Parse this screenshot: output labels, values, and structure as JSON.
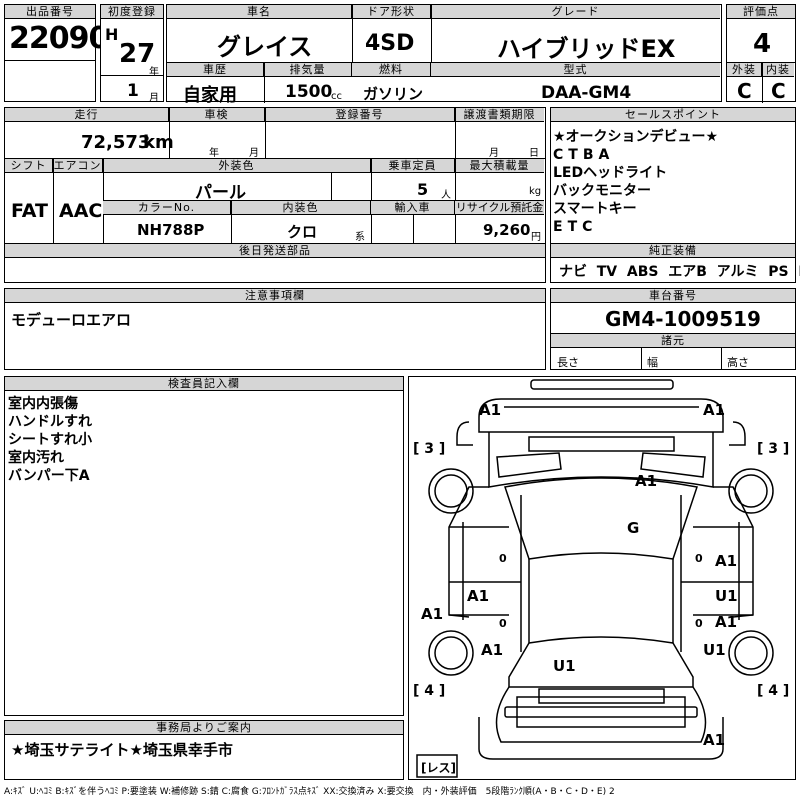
{
  "header": {
    "lot_label": "出品番号",
    "lot_number": "22090",
    "first_reg_label": "初度登録",
    "era_mark": "H",
    "year_value": "27",
    "year_unit": "年",
    "month_value": "1",
    "month_unit": "月",
    "car_name_label": "車名",
    "car_name": "グレイス",
    "door_label": "ドア形状",
    "door": "4SD",
    "grade_label": "グレード",
    "grade": "ハイブリッドEX",
    "score_label": "評価点",
    "score": "4",
    "history_label": "車歴",
    "history": "自家用",
    "displacement_label": "排気量",
    "displacement": "1500",
    "displacement_unit": "cc",
    "fuel_label": "燃料",
    "fuel": "ガソリン",
    "model_label": "型式",
    "model": "DAA-GM4",
    "exterior_label": "外装",
    "exterior_grade": "C",
    "interior_label": "内装",
    "interior_grade": "C"
  },
  "row2": {
    "mileage_label": "走行",
    "mileage": "72,573",
    "mileage_unit": "km",
    "inspection_label": "車検",
    "inspection_year_unit": "年",
    "inspection_month_unit": "月",
    "registration_label": "登録番号",
    "transfer_label": "譲渡書類期限",
    "transfer_month_unit": "月",
    "transfer_day_unit": "日",
    "shift_label": "シフト",
    "shift": "FAT",
    "ac_label": "エアコン",
    "ac": "AAC",
    "exterior_color_label": "外装色",
    "exterior_color": "パール",
    "capacity_label": "乗車定員",
    "capacity": "5",
    "capacity_unit": "人",
    "max_load_label": "最大積載量",
    "max_load_unit": "kg",
    "color_no_label": "カラーNo.",
    "color_no": "NH788P",
    "interior_color_label": "内装色",
    "interior_color": "クロ",
    "interior_color_suffix": "系",
    "import_label": "輸入車",
    "recycle_label": "リサイクル預託金",
    "recycle": "9,260",
    "recycle_unit": "円",
    "later_parts_label": "後日発送部品"
  },
  "sales": {
    "label": "セールスポイント",
    "points": [
      "★オークションデビュー★",
      "CTBA",
      "LEDヘッドライト",
      "バックモニター",
      "スマートキー",
      "ETC"
    ]
  },
  "equipment": {
    "label": "純正装備",
    "items": [
      "ナビ",
      "TV",
      "ABS",
      "エアB",
      "アルミ",
      "PS",
      "PW"
    ]
  },
  "notes": {
    "label": "注意事項欄",
    "text": "モデューロエアロ"
  },
  "chassis": {
    "label": "車台番号",
    "number": "GM4-1009519",
    "dimensions_label": "諸元",
    "length_label": "長さ",
    "width_label": "幅",
    "height_label": "高さ"
  },
  "inspector": {
    "label": "検査員記入欄",
    "lines": [
      "室内内張傷",
      "ハンドルすれ",
      "シートすれ小",
      "室内汚れ",
      "バンパー下A"
    ]
  },
  "office": {
    "label": "事務局よりご案内",
    "text": "★埼玉サテライト★埼玉県幸手市"
  },
  "diagram": {
    "marks": {
      "front_left": "A1",
      "front_right": "A1",
      "hood": "A1",
      "roof": "G",
      "fender_right": "A1",
      "left_front_door": "A1",
      "right_front_door": "U1",
      "left_rear_quarter": "A1",
      "right_rear_door": "A1",
      "left_rear_door": "A1",
      "right_rear_fender": "U1",
      "trunk": "U1",
      "rear_bumper": "A1",
      "door_left_small": "0",
      "door_right_small": "0",
      "door_left_small2": "0",
      "door_right_small2": "0"
    },
    "tire_front_left": "3",
    "tire_front_right": "3",
    "tire_rear_left": "4",
    "tire_rear_right": "4",
    "spare_label": "レス"
  },
  "legend": "A:ｷｽﾞ U:ﾍｺﾐ B:ｷｽﾞを伴うﾍｺﾐ P:要塗装 W:補修跡 S:錆 C:腐食 G:ﾌﾛﾝﾄｶﾞﾗｽ点ｷｽﾞ XX:交換済み X:要交換　内・外装評価　5段階ﾗﾝｸ順(A・B・C・D・E) 2"
}
